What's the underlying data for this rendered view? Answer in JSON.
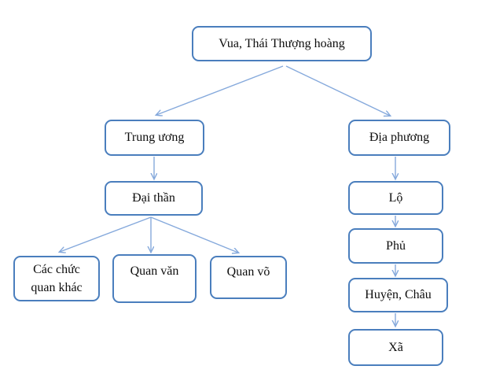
{
  "diagram": {
    "accent_color": "#4A7EBD",
    "connector_color": "#85A9DC",
    "background_color": "#FFFFFF",
    "nodes": {
      "vua": {
        "label": "Vua, Thái Thượng hoàng"
      },
      "trung_uong": {
        "label": "Trung ương"
      },
      "dia_phuong": {
        "label": "Địa phương"
      },
      "dai_than": {
        "label": "Đại thần"
      },
      "cac_chuc": {
        "label": "Các chức quan khác"
      },
      "quan_van": {
        "label": "Quan văn"
      },
      "quan_vo": {
        "label": "Quan võ"
      },
      "lo": {
        "label": "Lộ"
      },
      "phu": {
        "label": "Phủ"
      },
      "huyen_chau": {
        "label": "Huyện, Châu"
      },
      "xa": {
        "label": "Xã"
      }
    },
    "edges": [
      {
        "from": "vua",
        "to": "trung_uong"
      },
      {
        "from": "vua",
        "to": "dia_phuong"
      },
      {
        "from": "trung_uong",
        "to": "dai_than"
      },
      {
        "from": "dai_than",
        "to": "cac_chuc"
      },
      {
        "from": "dai_than",
        "to": "quan_van"
      },
      {
        "from": "dai_than",
        "to": "quan_vo"
      },
      {
        "from": "dia_phuong",
        "to": "lo"
      },
      {
        "from": "lo",
        "to": "phu"
      },
      {
        "from": "phu",
        "to": "huyen_chau"
      },
      {
        "from": "huyen_chau",
        "to": "xa"
      }
    ]
  }
}
